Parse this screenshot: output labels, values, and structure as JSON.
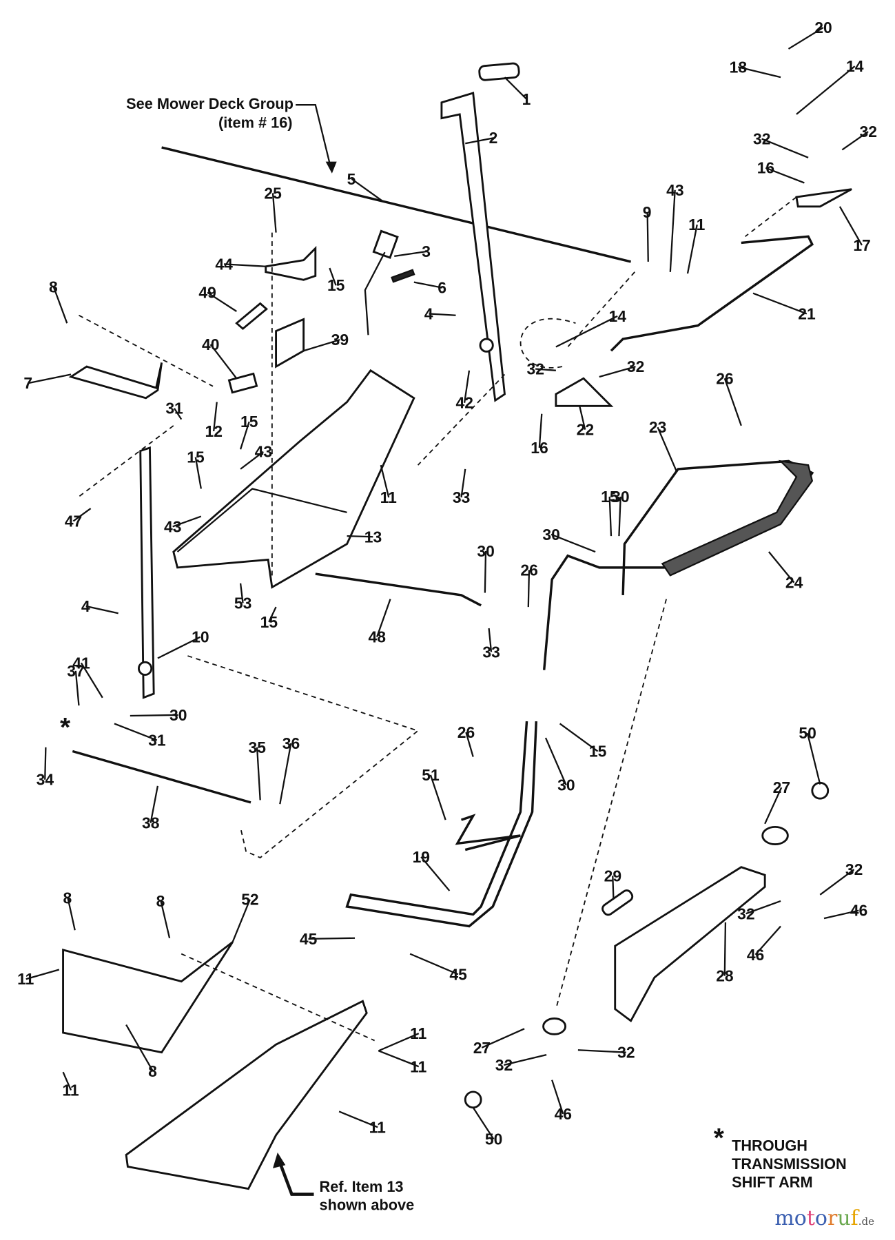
{
  "diagram": {
    "title": "Parts diagram - mower control linkage assembly",
    "notes": {
      "mower_deck": [
        "See Mower Deck Group",
        "(item # 16)"
      ],
      "ref_item": [
        "Ref. Item 13",
        "shown above"
      ],
      "footnote_marker": "*",
      "footnote": [
        "THROUGH",
        "TRANSMISSION",
        "SHIFT ARM"
      ]
    },
    "callouts": [
      {
        "id": "c1",
        "label": "1"
      },
      {
        "id": "c2",
        "label": "2"
      },
      {
        "id": "c3",
        "label": "3"
      },
      {
        "id": "c4a",
        "label": "4"
      },
      {
        "id": "c4b",
        "label": "4"
      },
      {
        "id": "c5",
        "label": "5"
      },
      {
        "id": "c6",
        "label": "6"
      },
      {
        "id": "c7",
        "label": "7"
      },
      {
        "id": "c8a",
        "label": "8"
      },
      {
        "id": "c8b",
        "label": "8"
      },
      {
        "id": "c8c",
        "label": "8"
      },
      {
        "id": "c8d",
        "label": "8"
      },
      {
        "id": "c9",
        "label": "9"
      },
      {
        "id": "c10",
        "label": "10"
      },
      {
        "id": "c11a",
        "label": "11"
      },
      {
        "id": "c11b",
        "label": "11"
      },
      {
        "id": "c11c",
        "label": "11"
      },
      {
        "id": "c11d",
        "label": "11"
      },
      {
        "id": "c11e",
        "label": "11"
      },
      {
        "id": "c11f",
        "label": "11"
      },
      {
        "id": "c11g",
        "label": "11"
      },
      {
        "id": "c12",
        "label": "12"
      },
      {
        "id": "c13",
        "label": "13"
      },
      {
        "id": "c14a",
        "label": "14"
      },
      {
        "id": "c14b",
        "label": "14"
      },
      {
        "id": "c15a",
        "label": "15"
      },
      {
        "id": "c15b",
        "label": "15"
      },
      {
        "id": "c15c",
        "label": "15"
      },
      {
        "id": "c15d",
        "label": "15"
      },
      {
        "id": "c15e",
        "label": "15"
      },
      {
        "id": "c15f",
        "label": "15"
      },
      {
        "id": "c16a",
        "label": "16"
      },
      {
        "id": "c16b",
        "label": "16"
      },
      {
        "id": "c17",
        "label": "17"
      },
      {
        "id": "c18",
        "label": "18"
      },
      {
        "id": "c19",
        "label": "19"
      },
      {
        "id": "c20",
        "label": "20"
      },
      {
        "id": "c21",
        "label": "21"
      },
      {
        "id": "c22",
        "label": "22"
      },
      {
        "id": "c23",
        "label": "23"
      },
      {
        "id": "c24",
        "label": "24"
      },
      {
        "id": "c25",
        "label": "25"
      },
      {
        "id": "c26a",
        "label": "26"
      },
      {
        "id": "c26b",
        "label": "26"
      },
      {
        "id": "c26c",
        "label": "26"
      },
      {
        "id": "c27a",
        "label": "27"
      },
      {
        "id": "c27b",
        "label": "27"
      },
      {
        "id": "c28",
        "label": "28"
      },
      {
        "id": "c29",
        "label": "29"
      },
      {
        "id": "c30a",
        "label": "30"
      },
      {
        "id": "c30b",
        "label": "30"
      },
      {
        "id": "c30c",
        "label": "30"
      },
      {
        "id": "c30d",
        "label": "30"
      },
      {
        "id": "c30e",
        "label": "30"
      },
      {
        "id": "c31a",
        "label": "31"
      },
      {
        "id": "c31b",
        "label": "31"
      },
      {
        "id": "c32a",
        "label": "32"
      },
      {
        "id": "c32b",
        "label": "32"
      },
      {
        "id": "c32c",
        "label": "32"
      },
      {
        "id": "c32d",
        "label": "32"
      },
      {
        "id": "c32e",
        "label": "32"
      },
      {
        "id": "c32f",
        "label": "32"
      },
      {
        "id": "c32g",
        "label": "32"
      },
      {
        "id": "c32h",
        "label": "32"
      },
      {
        "id": "c33a",
        "label": "33"
      },
      {
        "id": "c33b",
        "label": "33"
      },
      {
        "id": "c34",
        "label": "34"
      },
      {
        "id": "c35",
        "label": "35"
      },
      {
        "id": "c36",
        "label": "36"
      },
      {
        "id": "c37",
        "label": "37"
      },
      {
        "id": "c38",
        "label": "38"
      },
      {
        "id": "c39",
        "label": "39"
      },
      {
        "id": "c40",
        "label": "40"
      },
      {
        "id": "c41",
        "label": "41"
      },
      {
        "id": "c42",
        "label": "42"
      },
      {
        "id": "c43a",
        "label": "43"
      },
      {
        "id": "c43b",
        "label": "43"
      },
      {
        "id": "c43c",
        "label": "43"
      },
      {
        "id": "c44",
        "label": "44"
      },
      {
        "id": "c45a",
        "label": "45"
      },
      {
        "id": "c45b",
        "label": "45"
      },
      {
        "id": "c46a",
        "label": "46"
      },
      {
        "id": "c46b",
        "label": "46"
      },
      {
        "id": "c46c",
        "label": "46"
      },
      {
        "id": "c47",
        "label": "47"
      },
      {
        "id": "c48",
        "label": "48"
      },
      {
        "id": "c49",
        "label": "49"
      },
      {
        "id": "c50a",
        "label": "50"
      },
      {
        "id": "c50b",
        "label": "50"
      },
      {
        "id": "c51",
        "label": "51"
      },
      {
        "id": "c52",
        "label": "52"
      },
      {
        "id": "c53",
        "label": "53"
      }
    ],
    "watermark": {
      "text": "motoruf",
      "suffix": ".de",
      "colors": [
        "#3b5fb0",
        "#3b5fb0",
        "#e0447a",
        "#3b5fb0",
        "#e07a2a",
        "#6aa84f",
        "#e6a400"
      ]
    }
  }
}
